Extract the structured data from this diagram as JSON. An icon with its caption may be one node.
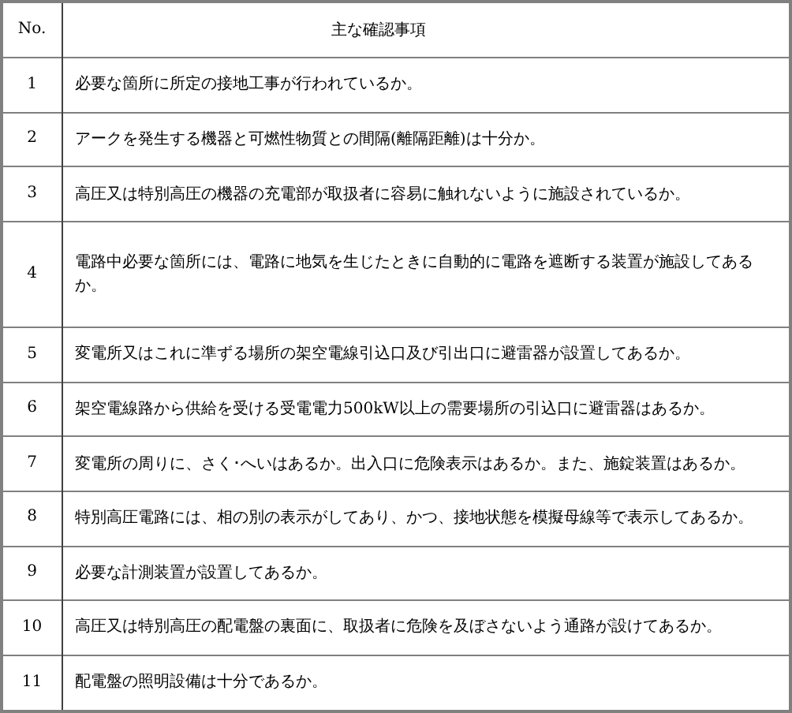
{
  "diagram": {
    "labels": [
      "No.",
      "主な確認事項",
      "1",
      "必要な箇所に所定の接地工事が行われているか。",
      "2",
      "アークを発生する機器と可燃性物質との間隔(離隔距離)は十分か。",
      "3",
      "高圧又は特別高圧の機器の充電部が取扱者に容易に触れないように施設されているか。",
      "4",
      "電路中必要な箇所には、電路に地気を生じたときに自動的に電路を遮断する装置が施設してあるか。",
      "5",
      "変電所又はこれに準ずる場所の架空電線引込口及び引出口に避雷器が設置してあるか。",
      "6",
      "架空電線路から供給を受ける受電電力500kW以上の需要場所の引込口に避雷器はあるか。",
      "7",
      "変電所の周りに、さく･へいはあるか。出入口に危険表示はあるか。また、施錠装置はあるか。",
      "8",
      "特別高圧電路には、相の別の表示がしてあり、かつ、接地状態を模擬母線等で表示してあるか。",
      "9",
      "必要な計測装置が設置してあるか。",
      "10",
      "高圧又は特別高圧の配電盤の裏面に、取扱者に危険を及ぼさないよう通路が設けてあるか。",
      "11",
      "配電盤の照明設備は十分であるか。"
    ]
  }
}
